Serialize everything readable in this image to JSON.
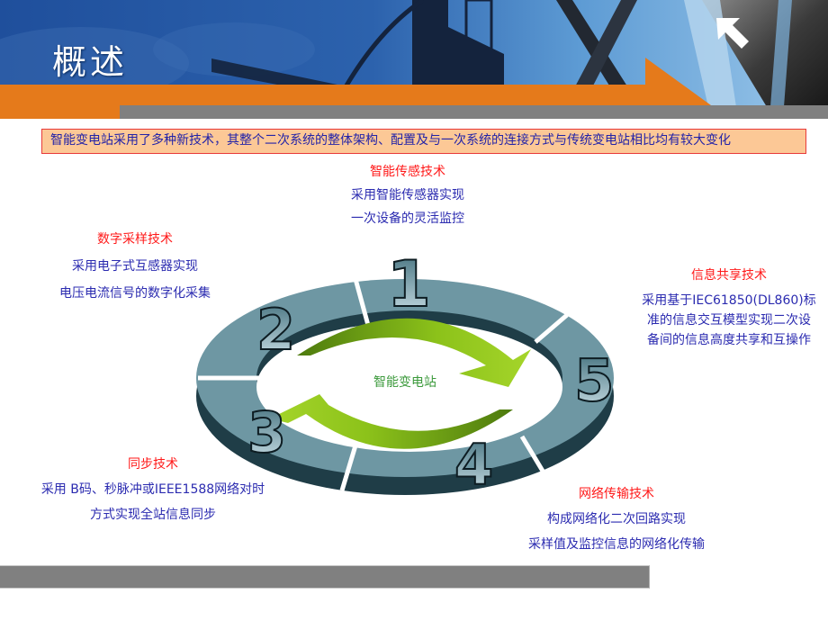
{
  "header": {
    "title": "概述",
    "colors": {
      "sky_dark": "#1f4f9c",
      "sky_light": "#7fb3de",
      "orange": "#e57a1b",
      "gray": "#808080"
    }
  },
  "summary": {
    "text": "智能变电站采用了多种新技术，其整个二次系统的整体架构、配置及与一次系统的连接方式与传统变电站相比均有较大变化",
    "background": "#fcc896",
    "border": "#e83a3a"
  },
  "diagram": {
    "center_label": "智能变电站",
    "segments": [
      {
        "number": "1",
        "title": "智能传感技术",
        "lines": [
          "采用智能传感器实现",
          "一次设备的灵活监控"
        ]
      },
      {
        "number": "2",
        "title": "数字采样技术",
        "lines": [
          "采用电子式互感器实现",
          "电压电流信号的数字化采集"
        ]
      },
      {
        "number": "3",
        "title": "同步技术",
        "lines": [
          "采用 B码、秒脉冲或IEEE1588网络对时",
          "方式实现全站信息同步"
        ]
      },
      {
        "number": "4",
        "title": "网络传输技术",
        "lines": [
          "构成网络化二次回路实现",
          "采样值及监控信息的网络化传输"
        ]
      },
      {
        "number": "5",
        "title": "信息共享技术",
        "lines": [
          "采用基于IEC61850(DL860)标",
          "准的信息交互模型实现二次设",
          "备间的信息高度共享和互操作"
        ]
      }
    ],
    "colors": {
      "ring_top": "#6e97a3",
      "ring_side": "#1f3d47",
      "arrow_green": "#8cc21a",
      "title_red": "#ff1a1a",
      "desc_blue": "#2b2bb0",
      "center_green": "#3c9a3c"
    }
  }
}
